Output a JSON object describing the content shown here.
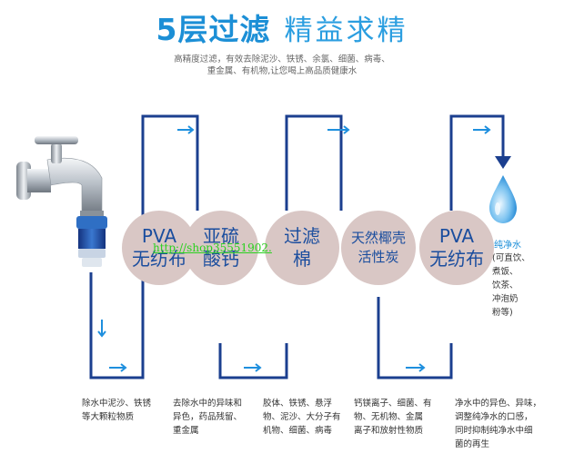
{
  "header": {
    "title_bold": "5层过滤",
    "title_light": "精益求精",
    "subtitle_line1": "高精度过滤，有效去除泥沙、铁锈、余氯、细菌、病毒、",
    "subtitle_line2": "重金属、有机物,让您喝上高品质健康水"
  },
  "stages": [
    {
      "line1": "PVA",
      "line2": "无纺布",
      "desc": [
        "除水中泥沙、铁锈",
        "等大颗粒物质"
      ]
    },
    {
      "line1": "亚硫",
      "line2": "酸钙",
      "desc": [
        "去除水中的异味和",
        "异色，药品残留、",
        "重金属"
      ]
    },
    {
      "line1": "过滤",
      "line2": "棉",
      "desc": [
        "胶体、铁锈、悬浮",
        "物、泥沙、大分子有",
        "机物、细菌、病毒"
      ]
    },
    {
      "line1": "天然椰壳",
      "line2": "活性炭",
      "desc": [
        "钙镁离子、细菌、有",
        "物、无机物、金属",
        "离子和放射性物质"
      ]
    },
    {
      "line1": "PVA",
      "line2": "无纺布",
      "desc": [
        "净水中的异色、异味，",
        "调整纯净水的口感，",
        "同时抑制纯净水中细",
        "菌的再生"
      ]
    }
  ],
  "pure_water": {
    "title": "纯净水",
    "uses": [
      "(可直饮、",
      "煮饭、",
      "饮茶、",
      "冲泡奶",
      "粉等)"
    ]
  },
  "watermark": "http://shop35551902.",
  "colors": {
    "title_blue": "#1c8fd6",
    "pipe_blue": "#1b3f8f",
    "arrow_blue": "#1e8fde",
    "circle_fill": "#d9c7c5",
    "circle_text": "#1a4d9e",
    "watermark_green": "#2ad11f"
  },
  "icons": [
    "faucet-icon",
    "water-drop-icon",
    "flow-arrow-icon"
  ]
}
